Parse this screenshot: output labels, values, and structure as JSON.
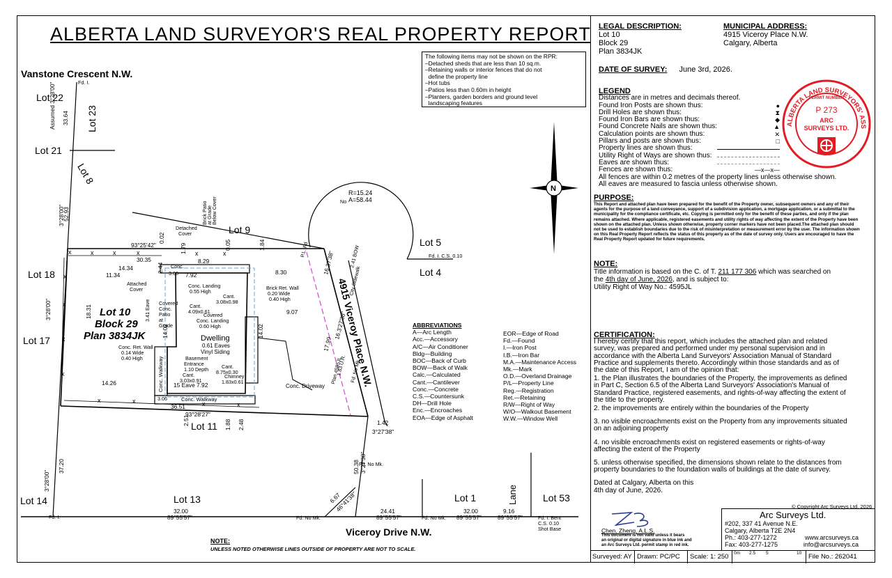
{
  "title": "ALBERTA LAND SURVEYOR'S REAL PROPERTY REPORT",
  "legal": {
    "heading": "LEGAL DESCRIPTION:",
    "lot": "Lot 10",
    "block": "Block 29",
    "plan": "Plan 3834JK"
  },
  "municipal": {
    "heading": "MUNICIPAL ADDRESS:",
    "line1": "4915 Viceroy Place N.W.",
    "line2": "Calgary, Alberta"
  },
  "survey_date": {
    "label": "DATE OF SURVEY:",
    "value": "June 3rd, 2026."
  },
  "legend": {
    "heading": "LEGEND",
    "intro": "Distances are in metres and decimals thereof.",
    "rows": [
      {
        "label": "Found Iron Posts are shown thus:",
        "symbol": "●"
      },
      {
        "label": "Drill Holes are shown thus:",
        "symbol": "⧗"
      },
      {
        "label": "Found Iron Bars are shown thus:",
        "symbol": "◆"
      },
      {
        "label": "Found Concrete Nails are shown thus:",
        "symbol": "▲"
      },
      {
        "label": "Calculation points are shown thus:",
        "symbol": "✕"
      },
      {
        "label": "Pillars and posts are shown thus:",
        "symbol": "□"
      },
      {
        "label": "Property lines are shown thus:",
        "symbol": ""
      },
      {
        "label": "Utility Right of Ways are shown thus:",
        "symbol": ""
      },
      {
        "label": "Eaves are shown thus:",
        "symbol": ""
      },
      {
        "label": "Fences are shown thus:",
        "symbol": "—x—x—"
      }
    ],
    "note1": "All fences are within 0.2 metres of the property lines unless otherwise shown.",
    "note2": "All eaves are measured to fascia unless otherwise shown."
  },
  "seal": {
    "ring": "ALBERTA LAND SURVEYORS' ASSOCIATION",
    "permit": "PERMIT NUMBER",
    "number": "P 273",
    "company_line1": "ARC",
    "company_line2": "SURVEYS LTD."
  },
  "purpose": {
    "heading": "PURPOSE:",
    "text": "This Report and attached plan have been prepared for the benefit of the Property owner, subsequent owners and any of their agents for the purpose of a land conveyance, support of a subdivision application, a mortgage application, or a submittal to the municipality for the compliance certificate, etc. Copying is permitted only for the benefit of these parties, and only if the plan remains attached. Where applicable, registered easements and utility rights of way affecting the extent of the Property have been shown on the attached plan. Unless shown otherwise, property corner markers have not been placed.The attached plan should not be used to establish boundaries due to the risk of misinterpretation or measurement error by the user. The information shown on this Real Property Report reflects the status of this property as of the date of survey only. Users are encouraged to have the Real Property Report updated for future requirements."
  },
  "note": {
    "heading": "NOTE:",
    "line1_a": "Title information is based on the C. of T.",
    "cot": "211 177 306",
    "line1_b": "which was searched on",
    "line2_a": "the",
    "date": "4th day of June, 2026",
    "line2_b": ", and is subject to:",
    "line3": "Utility Right of Way No.: 4595JL"
  },
  "certification": {
    "heading": "CERTIFICATION:",
    "intro": "I hereby certify that this report, which includes the attached plan and related survey, was prepared and performed under my personal supervision and in accordance with the Alberta Land Surveyors' Association Manual of Standard Practice and supplements thereto. Accordingly within those standards and as of the date of this Report, I am of the opinion that:",
    "items": [
      "1. the Plan illustrates the boundaries of the Property, the improvements as defined in Part C, Section 6.5 of the Alberta Land Surveyors' Association's Manual of Standard Practice, registered easements, and rights-of-way affecting the extent of the title to the property.",
      "2. the improvements are entirely within the boundaries of the Property",
      "3. no visible encroachments exist on the Property from any improvements situated on an adjoining property",
      "4. no visible encroachments exist on registered easements or rights-of-way affecting the extent of the Property",
      "5. unless otherwise specified, the dimensions shown relate to the distances from property boundaries to the foundation walls of buildings at the date of survey."
    ],
    "dated1": "Dated at Calgary, Alberta on this",
    "dated2": "4th day of June, 2026."
  },
  "copyright": "© Copyright Arc Surveys Ltd. 2026",
  "signer": {
    "name": "Chen, Zheng, A.L.S.",
    "disclaimer1": "This document is not valid unless it bears",
    "disclaimer2": "an original or digital signature in blue ink and",
    "disclaimer3": "an Arc Surveys Ltd. permit stamp in red ink."
  },
  "company": {
    "name": "Arc Surveys Ltd.",
    "address1": "#202, 337 41 Avenue N.E.",
    "address2": "Calgary, Alberta T2E 2N4",
    "phone": "Ph.: 403-277-1272",
    "fax": "Fax: 403-277-1275",
    "web": "www.arcsurveys.ca",
    "email": "info@arcsurveys.ca"
  },
  "footer": {
    "surveyed": "Surveyed: AY",
    "drawn": "Drawn: PC/PC",
    "scale": "Scale: 1: 250",
    "scale_ticks": [
      "0m",
      "2.5",
      "5",
      "10"
    ],
    "file": "File No.: 262041"
  },
  "rpr_note": {
    "lines": [
      "The following items may not be shown on the RPR:",
      "–Detached sheds that are less than 10 sq.m.",
      "–Retaining walls or interior fences that do not",
      "  define the property line",
      "–Hot tubs",
      "–Patios less than 0.60m in height",
      "–Planters, garden borders and ground level",
      "  landscaping features"
    ]
  },
  "plan_labels": {
    "vanstone": "Vanstone Crescent N.W.",
    "viceroy_drive": "Viceroy Drive N.W.",
    "viceroy_place": "4915 Viceroy Place N.W.",
    "lane": "Lane",
    "lot10": "Lot 10",
    "block29": "Block 29",
    "plan": "Plan 3834JK",
    "lots": [
      "Lot 22",
      "Lot 23",
      "Lot 21",
      "Lot 8",
      "Lot 9",
      "Lot 5",
      "Lot 4",
      "Lot 18",
      "Lot 17",
      "Lot 11",
      "Lot 14",
      "Lot 13",
      "Lot 1",
      "Lot 53"
    ],
    "dwelling": "Dwelling",
    "dwelling_eaves": "0.61 Eaves",
    "dwelling_siding": "Vinyl Siding",
    "conc_driveway": "Conc. Driveway",
    "conc_walkway": "Conc. Walkway",
    "conc_walkway2": "Conc. Walkway",
    "city_sidewalk": "City Sidewalk",
    "curve": "R=15.24\nA=58.44",
    "bottom_note_heading": "NOTE:",
    "bottom_note": "UNLESS NOTED OTHERWISE LINES OUTSIDE OF PROPERTY ARE NOT TO SCALE."
  },
  "abbreviations_heading": "ABBREVIATIONS",
  "abbreviations_left": [
    "A—Arc Length",
    "Acc.—Accessory",
    "A/C—Air Conditioner",
    "Bldg—Building",
    "BOC—Back of Curb",
    "BOW—Back of Walk",
    "Calc.—Calculated",
    "Cant.—Cantilever",
    "Conc.—Concrete",
    "C.S.—Countersunk",
    "DH—Drill Hole",
    "Enc.—Encroaches",
    "EOA—Edge of Asphalt"
  ],
  "abbreviations_right": [
    "EOR—Edge of Road",
    "Fd.—Found",
    "I.—Iron Post",
    "I.B.—Iron Bar",
    "M.A.—Maintenance Access",
    "Mk.—Mark",
    "O.D.—Overland Drainage",
    "P/L—Property Line",
    "Reg.—Registration",
    "Ret.—Retaining",
    "R/W—Right of Way",
    "W/O—Walkout Basement",
    "W.W.—Window Well"
  ],
  "colors": {
    "seal_red": "#e31b23",
    "easement_magenta": "#d04ad0",
    "eave_blue": "#6aa6d8"
  }
}
